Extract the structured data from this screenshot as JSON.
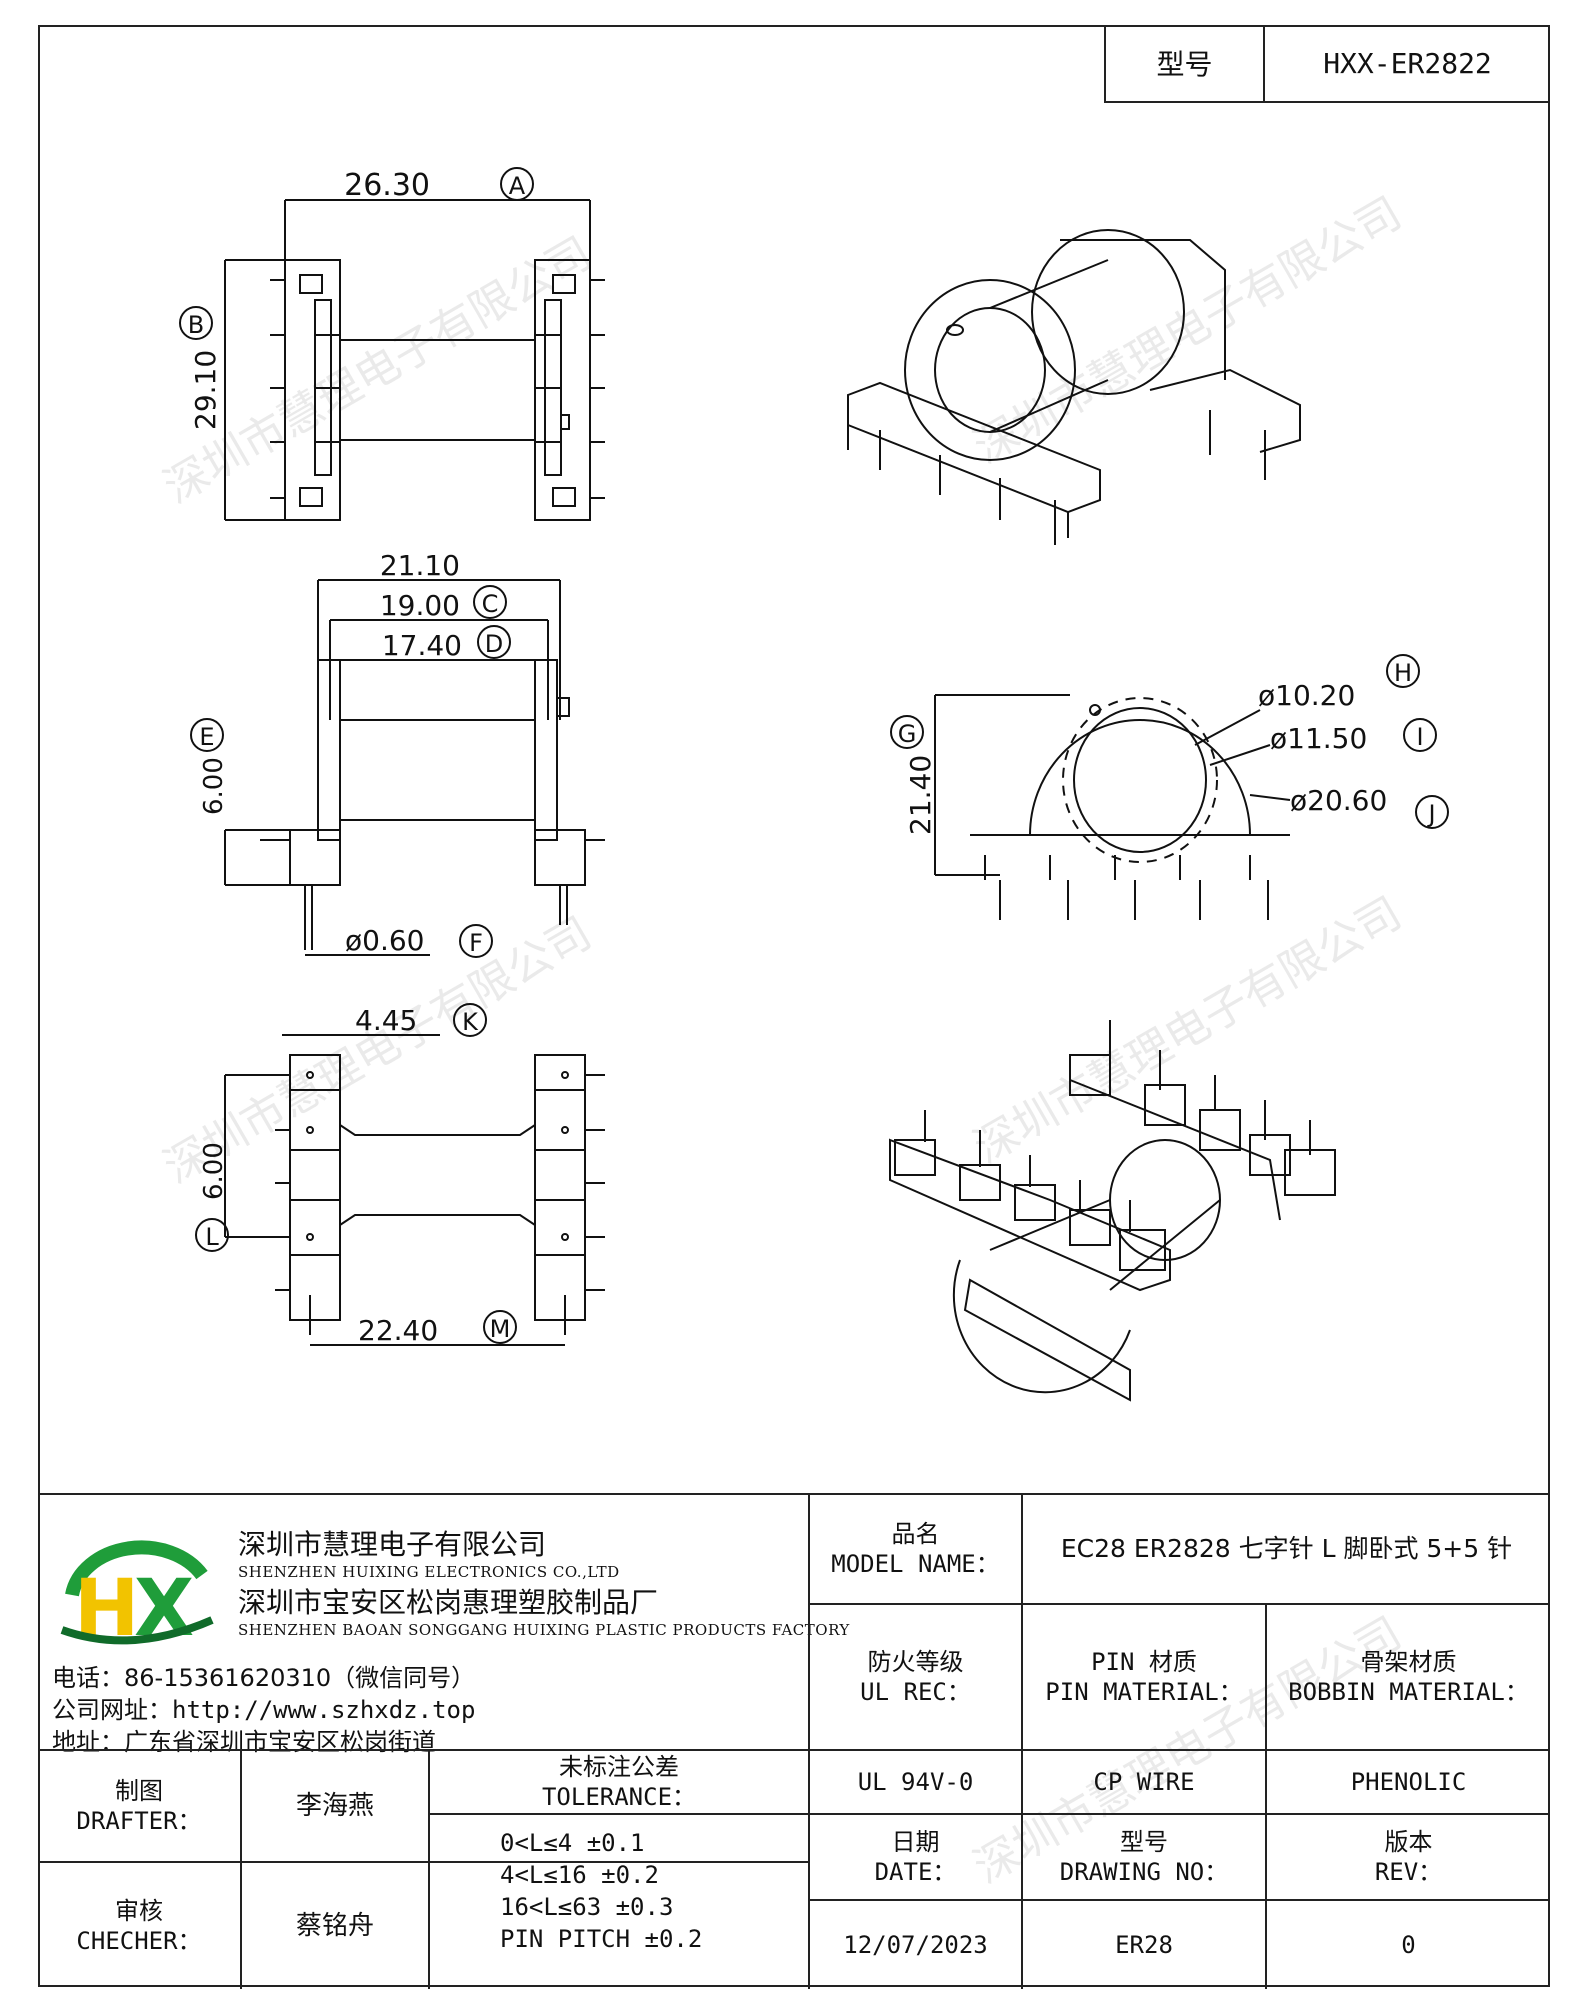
{
  "header": {
    "model_label": "型号",
    "model_value": "HXX-ER2822"
  },
  "dims": {
    "A": "26.30",
    "B": "29.10",
    "C": "19.00",
    "D": "17.40",
    "E": "6.00",
    "F": "ø0.60",
    "G": "21.40",
    "H": "ø10.20",
    "I": "ø11.50",
    "J": "ø20.60",
    "K": "4.45",
    "L": "6.00",
    "M": "22.40",
    "total_width": "21.10",
    "letters": {
      "A": "A",
      "B": "B",
      "C": "C",
      "D": "D",
      "E": "E",
      "F": "F",
      "G": "G",
      "H": "H",
      "I": "I",
      "J": "J",
      "K": "K",
      "L": "L",
      "M": "M"
    }
  },
  "watermark": "深圳市慧理电子有限公司",
  "company": {
    "name_cn": "深圳市慧理电子有限公司",
    "name_en": "SHENZHEN HUIXING ELECTRONICS CO.,LTD",
    "factory_cn": "深圳市宝安区松岗惠理塑胶制品厂",
    "factory_en": "SHENZHEN BAOAN SONGGANG HUIXING PLASTIC PRODUCTS FACTORY",
    "phone": "电话：86-15361620310（微信同号）",
    "website": "公司网址：http://www.szhxdz.top",
    "address": "地址：广东省深圳市宝安区松岗街道",
    "logo_colors": {
      "green": "#1f9d3a",
      "yellow": "#f2c300",
      "dark": "#106b2a"
    }
  },
  "title_block": {
    "model_name_cn": "品名",
    "model_name_en": "MODEL NAME：",
    "model_name_value": "EC28 ER2828 七字针 L 脚卧式 5+5 针",
    "ul_cn": "防火等级",
    "ul_en": "UL REC：",
    "ul_value": "UL 94V-0",
    "pin_cn": "PIN 材质",
    "pin_en": "PIN MATERIAL：",
    "pin_value": "CP WIRE",
    "bobbin_cn": "骨架材质",
    "bobbin_en": "BOBBIN MATERIAL：",
    "bobbin_value": "PHENOLIC",
    "drafter_cn": "制图",
    "drafter_en": "DRAFTER：",
    "drafter_value": "李海燕",
    "checker_cn": "审核",
    "checker_en": "CHECHER：",
    "checker_value": "蔡铭舟",
    "tol_cn": "未标注公差",
    "tol_en": "TOLERANCE：",
    "tol_lines": [
      "0<L≤4   ±0.1",
      "4<L≤16  ±0.2",
      "16<L≤63  ±0.3",
      "PIN PITCH  ±0.2"
    ],
    "date_cn": "日期",
    "date_en": "DATE：",
    "date_value": "12/07/2023",
    "drawing_cn": "型号",
    "drawing_en": "DRAWING NO：",
    "drawing_value": "ER28",
    "rev_cn": "版本",
    "rev_en": "REV：",
    "rev_value": "0"
  }
}
